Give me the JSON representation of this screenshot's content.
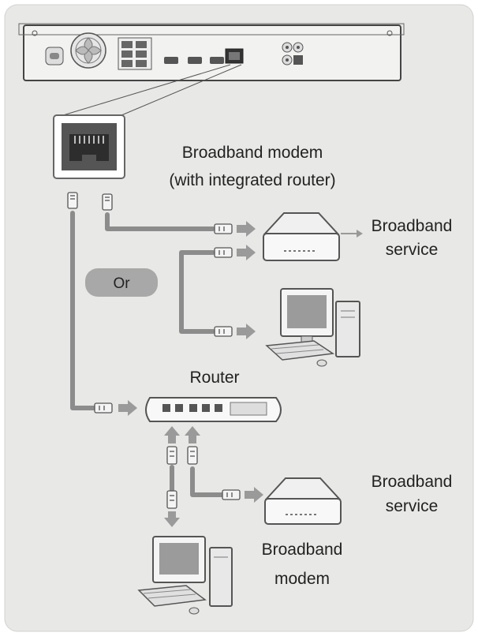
{
  "labels": {
    "modem_router_line1": "Broadband modem",
    "modem_router_line2": "(with integrated router)",
    "service_top_line1": "Broadband",
    "service_top_line2": "service",
    "or": "Or",
    "router": "Router",
    "service_bottom_line1": "Broadband",
    "service_bottom_line2": "service",
    "modem_bottom_line1": "Broadband",
    "modem_bottom_line2": "modem"
  },
  "colors": {
    "panel": "#e8e8e6",
    "cable": "#8c8c8c",
    "device_fill": "#f4f4f4",
    "device_stroke": "#555555",
    "or_badge": "#a8a8a8",
    "arrow": "#9a9a9a",
    "text": "#222222"
  }
}
